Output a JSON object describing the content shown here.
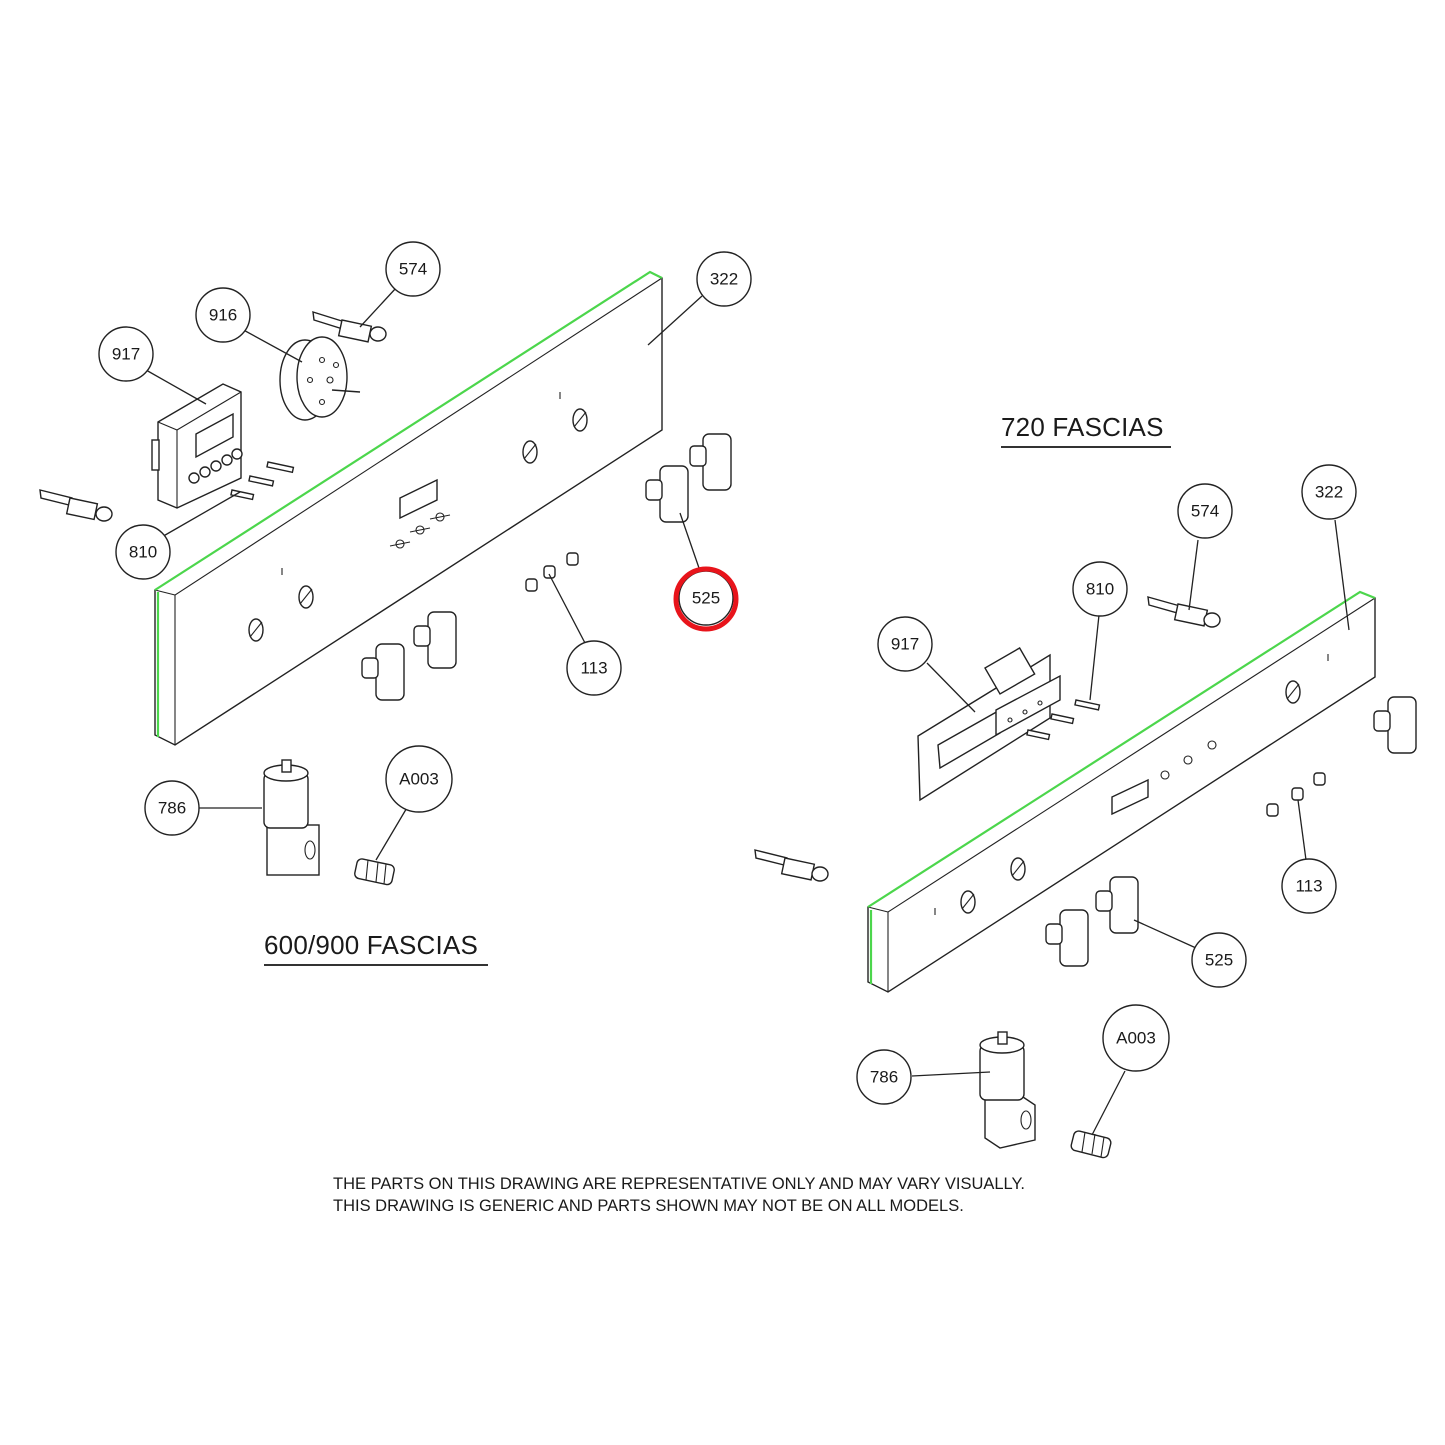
{
  "sections": {
    "left_title": "600/900 FASCIAS",
    "right_title": "720 FASCIAS"
  },
  "notes": [
    "THE PARTS ON THIS DRAWING ARE REPRESENTATIVE ONLY AND MAY VARY VISUALLY.",
    "THIS DRAWING IS GENERIC AND PARTS SHOWN MAY NOT BE ON ALL MODELS."
  ],
  "callouts": {
    "left": {
      "c574": "574",
      "c916": "916",
      "c917": "917",
      "c322": "322",
      "c810": "810",
      "c525": "525",
      "c113": "113",
      "c786": "786",
      "cA003": "A003"
    },
    "right": {
      "c574": "574",
      "c322": "322",
      "c810": "810",
      "c917": "917",
      "c113": "113",
      "c525": "525",
      "c786": "786",
      "cA003": "A003"
    }
  },
  "highlighted_callout": "525",
  "colors": {
    "highlight": "#e8141b",
    "edge": "#4cd64c",
    "line": "#222222"
  }
}
